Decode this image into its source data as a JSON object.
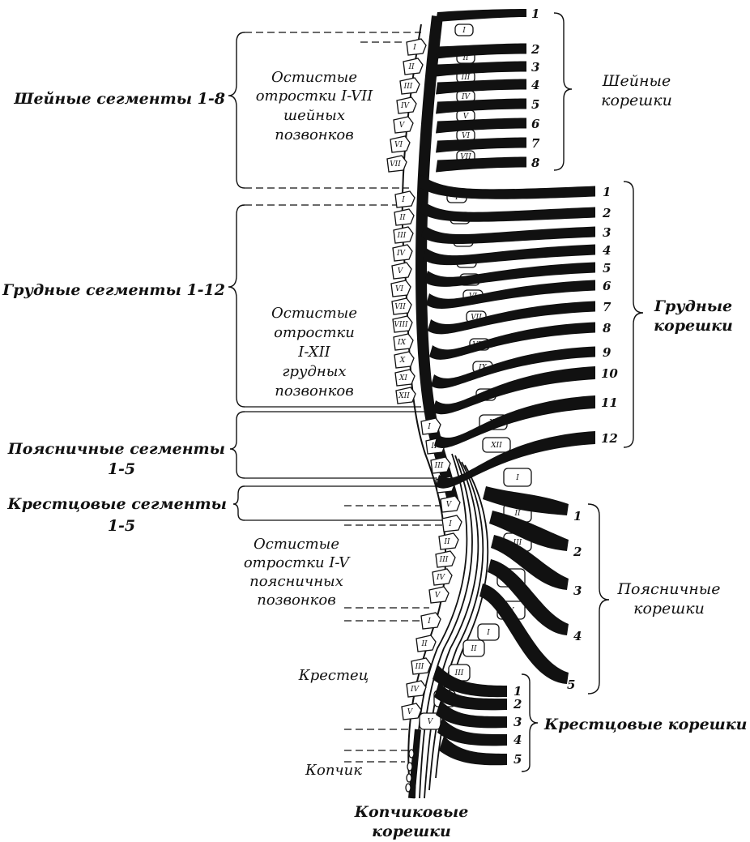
{
  "left_labels": {
    "cervical_segments": "Шейные сегменты 1-8",
    "thoracic_segments": "Грудные сегменты 1-12",
    "lumbar_segments_line1": "Поясничные сегменты",
    "lumbar_segments_line2": "1-5",
    "sacral_segments_line1": "Крестцовые сегменты",
    "sacral_segments_line2": "1-5"
  },
  "process_labels": {
    "cervical": [
      "Остистые",
      "отростки I-VII",
      "шейных",
      "позвонков"
    ],
    "thoracic": [
      "Остистые",
      "отростки",
      "I-XII",
      "грудных",
      "позвонков"
    ],
    "lumbar": [
      "Остистые",
      "отростки I-V",
      "поясничных",
      "позвонков"
    ],
    "sacrum": "Крестец",
    "coccyx": "Копчик"
  },
  "right_labels": {
    "cervical_roots": [
      "Шейные",
      "корешки"
    ],
    "thoracic_roots": [
      "Грудные",
      "корешки"
    ],
    "lumbar_roots": [
      "Поясничные",
      "корешки"
    ],
    "sacral_roots": "Крестцовые корешки",
    "coccygeal_roots": [
      "Копчиковые",
      "корешки"
    ]
  },
  "root_numbers": {
    "cervical": [
      "1",
      "2",
      "3",
      "4",
      "5",
      "6",
      "7",
      "8"
    ],
    "thoracic": [
      "1",
      "2",
      "3",
      "4",
      "5",
      "6",
      "7",
      "8",
      "9",
      "10",
      "11",
      "12"
    ],
    "lumbar": [
      "1",
      "2",
      "3",
      "4",
      "5"
    ],
    "sacral": [
      "1",
      "2",
      "3",
      "4",
      "5"
    ]
  },
  "vertebra_numerals": {
    "cervical": [
      "I",
      "II",
      "III",
      "IV",
      "V",
      "VI",
      "VII"
    ],
    "thoracic": [
      "I",
      "II",
      "III",
      "IV",
      "V",
      "VI",
      "VII",
      "VIII",
      "IX",
      "X",
      "XI",
      "XII"
    ],
    "lumbar": [
      "I",
      "II",
      "III",
      "IV",
      "V"
    ],
    "sacral": [
      "I",
      "II",
      "III",
      "IV",
      "V"
    ]
  }
}
